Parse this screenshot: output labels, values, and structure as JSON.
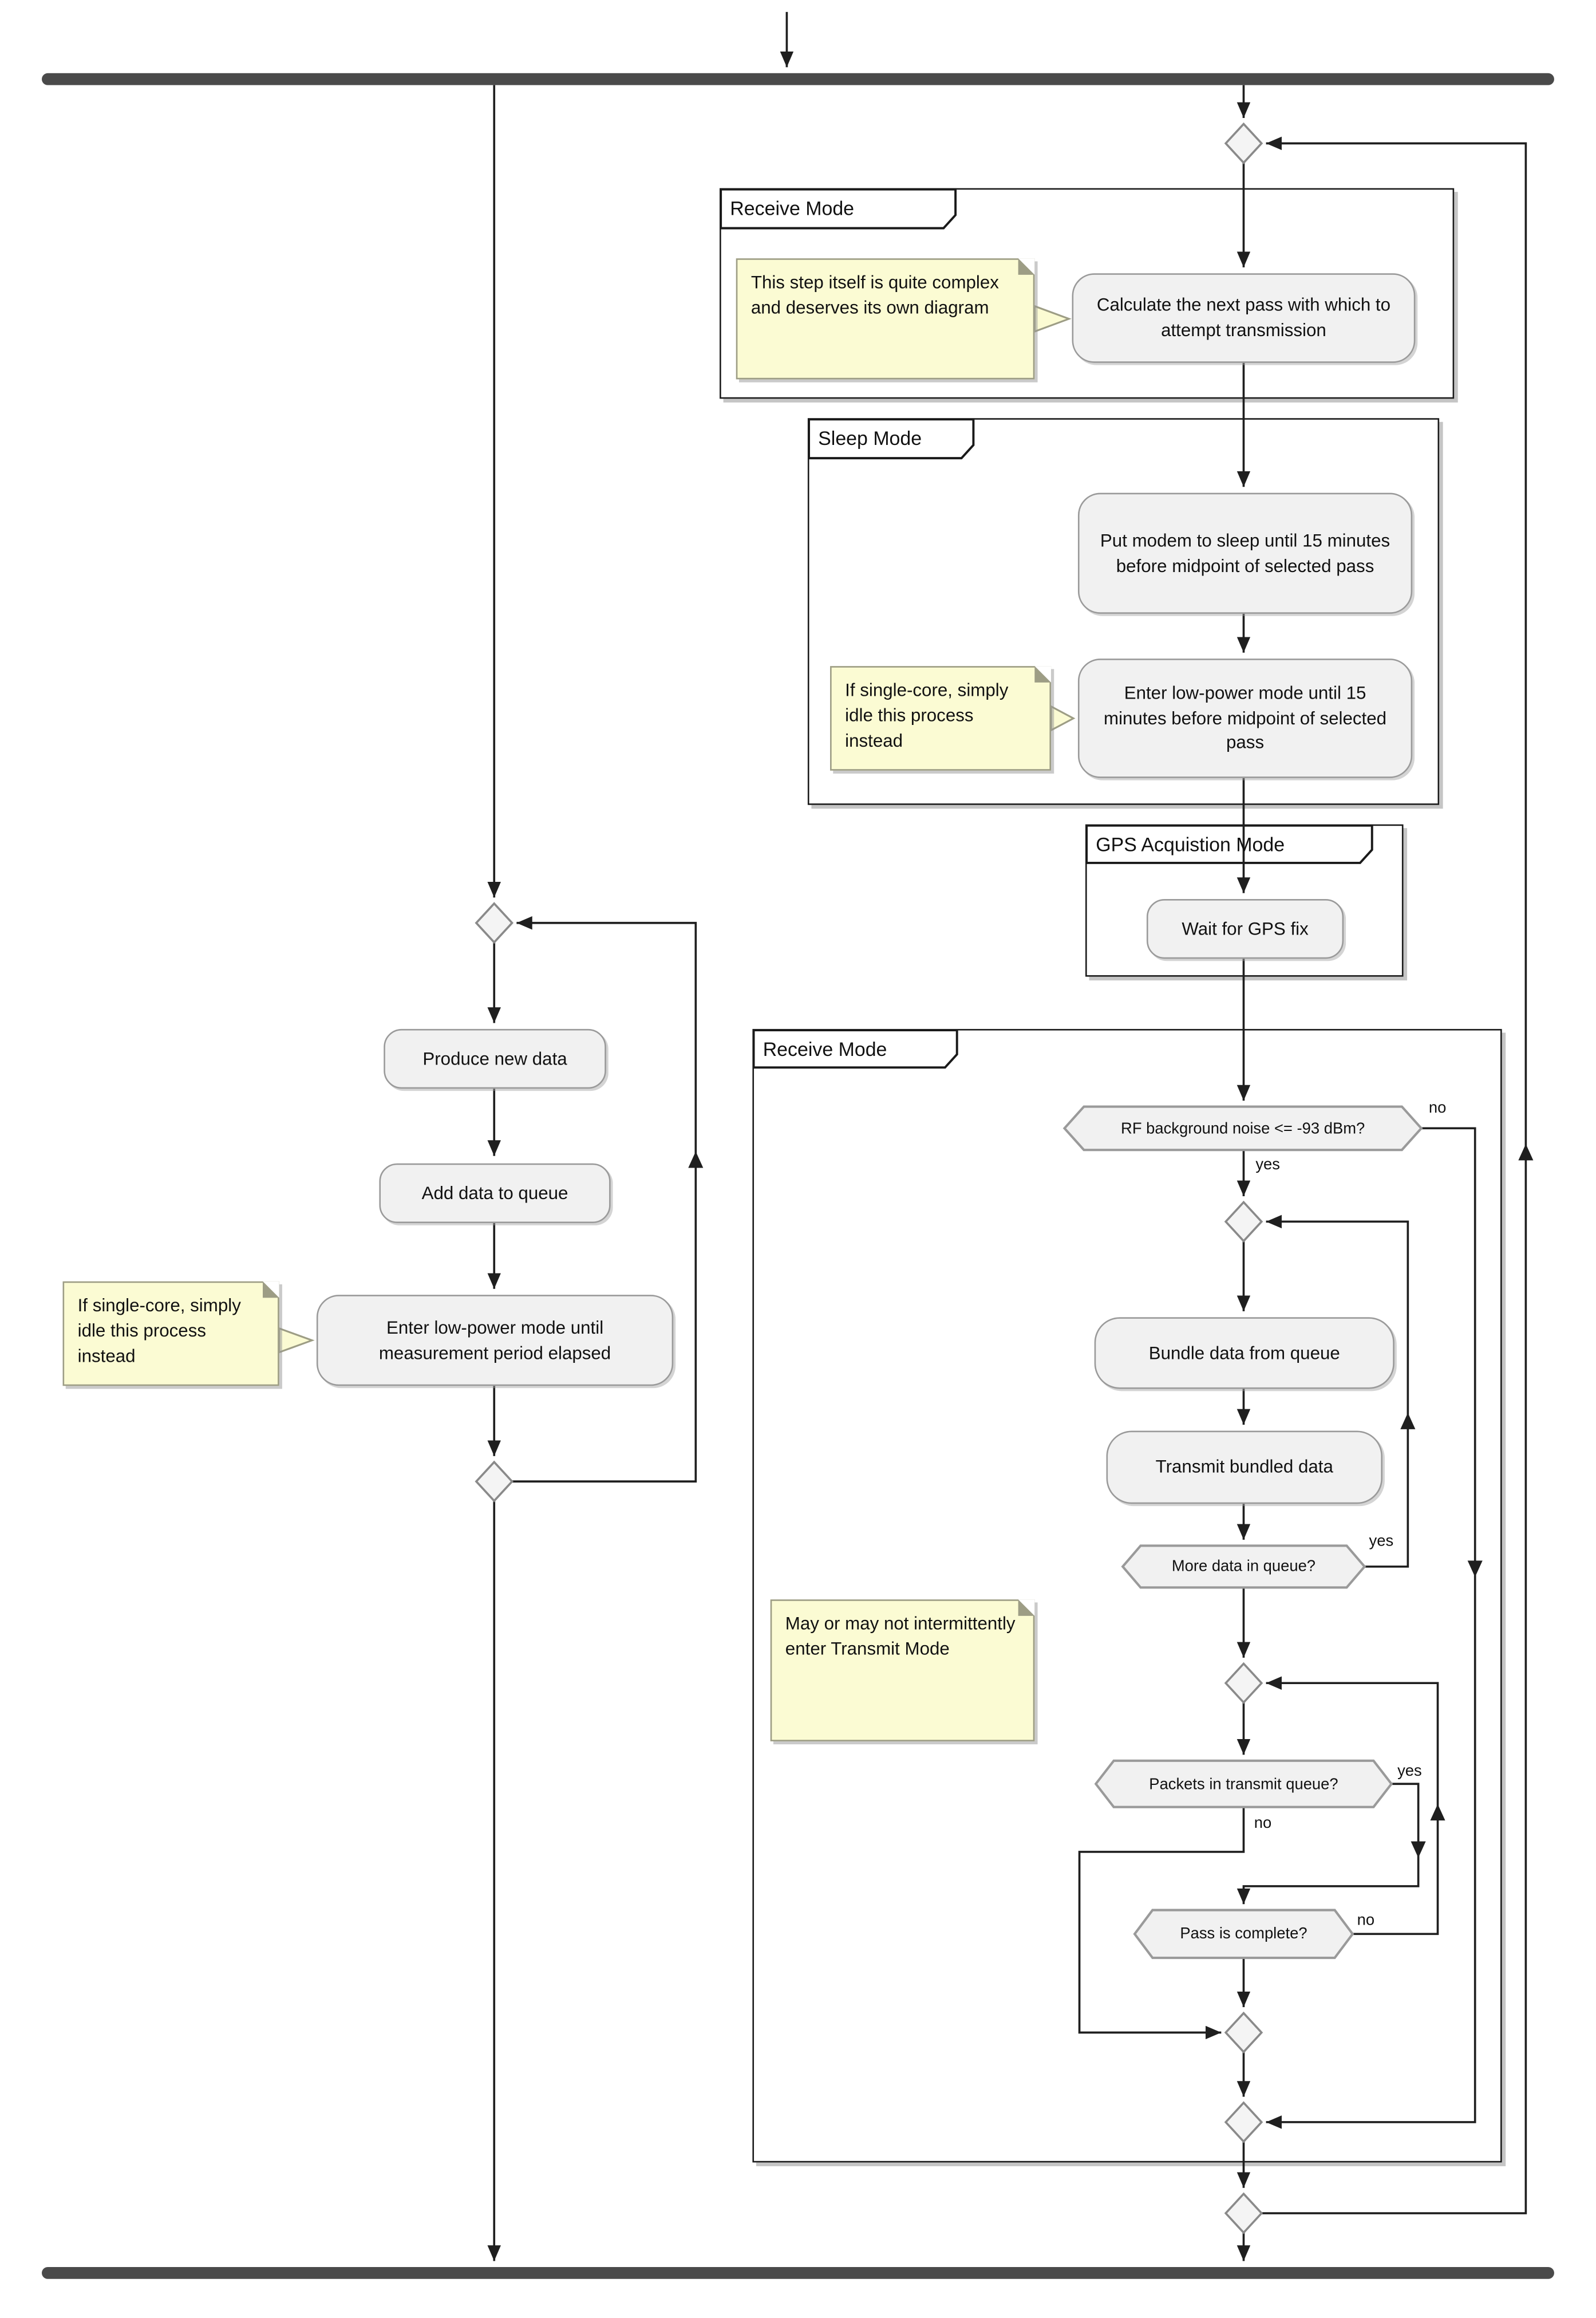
{
  "diagram": {
    "partitions": {
      "receive_top": {
        "title": "Receive Mode"
      },
      "sleep": {
        "title": "Sleep Mode"
      },
      "gps": {
        "title": "GPS Acquistion Mode"
      },
      "receive_main": {
        "title": "Receive Mode"
      }
    },
    "activities": {
      "calculate_pass": "Calculate the next pass with which to attempt transmission",
      "modem_sleep": "Put modem to sleep until 15 minutes before midpoint of selected pass",
      "low_power_sleep": "Enter low-power mode until 15 minutes before midpoint of selected pass",
      "wait_gps": "Wait for GPS fix",
      "produce_data": "Produce new data",
      "add_queue": "Add data to queue",
      "low_power_measure": "Enter low-power mode until measurement period elapsed",
      "bundle": "Bundle data from queue",
      "transmit": "Transmit bundled data"
    },
    "decisions": {
      "rf_noise": "RF background noise <= -93 dBm?",
      "more_data": "More data in queue?",
      "packets": "Packets in transmit queue?",
      "pass_complete": "Pass is complete?"
    },
    "notes": {
      "complex_step": "This step itself is quite complex and deserves its own diagram",
      "single_core_sleep": "If single-core, simply idle this process instead",
      "single_core_measure": "If single-core, simply idle this process instead",
      "transmit_mode": "May or may not intermittently enter Transmit Mode"
    },
    "labels": {
      "yes": "yes",
      "no": "no"
    },
    "colors": {
      "note_fill": "#fbfbd3",
      "activity_fill": "#f1f1f1",
      "fork_bar": "#4a4a4a",
      "line": "#1f1f1f"
    }
  }
}
